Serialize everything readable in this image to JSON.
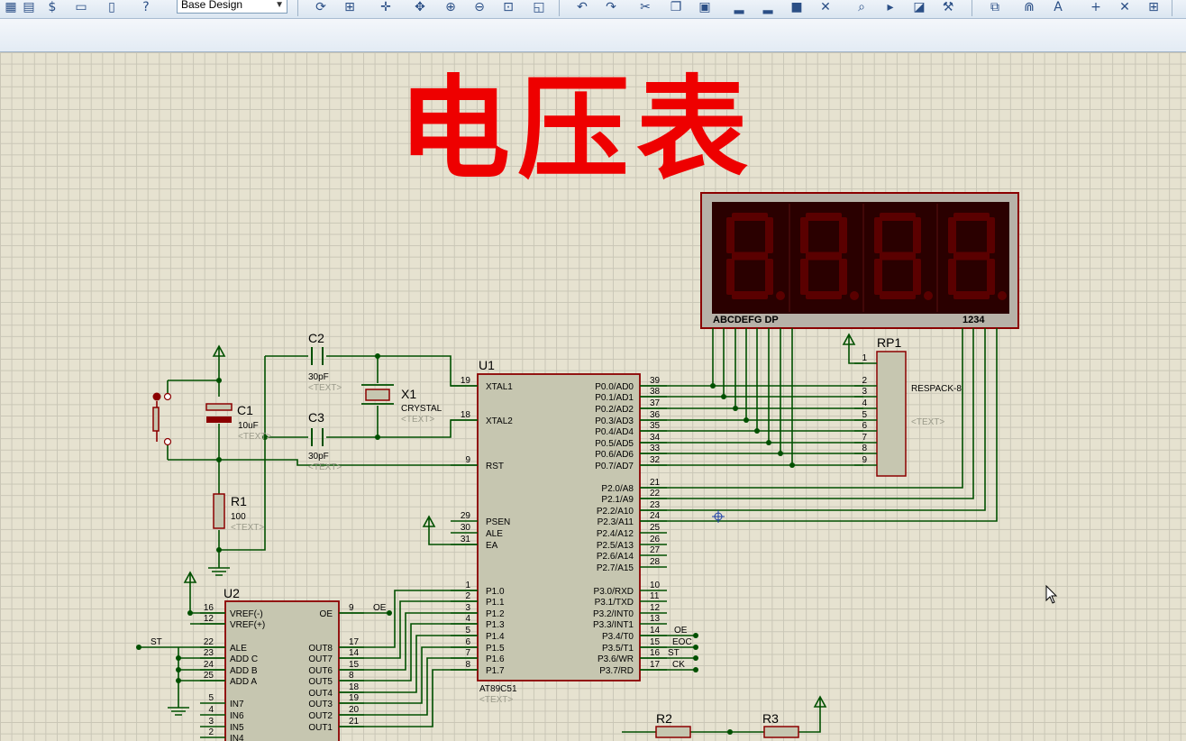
{
  "toolbar": {
    "layer_select_value": "Base Design"
  },
  "title": "电压表",
  "display": {
    "digits": [
      "8",
      "8",
      "8",
      "8"
    ],
    "segment_label": "ABCDEFG DP",
    "digit_label": "1234"
  },
  "components": {
    "u1": {
      "ref": "U1",
      "part": "AT89C51",
      "text": "<TEXT>"
    },
    "u2": {
      "ref": "U2"
    },
    "c1": {
      "ref": "C1",
      "value": "10uF",
      "text": "<TEXT>"
    },
    "c2": {
      "ref": "C2",
      "value": "30pF",
      "text": "<TEXT>"
    },
    "c3": {
      "ref": "C3",
      "value": "30pF",
      "text": "<TEXT>"
    },
    "x1": {
      "ref": "X1",
      "value": "CRYSTAL",
      "text": "<TEXT>"
    },
    "r1": {
      "ref": "R1",
      "value": "100",
      "text": "<TEXT>"
    },
    "r2": {
      "ref": "R2"
    },
    "r3": {
      "ref": "R3"
    },
    "rp1": {
      "ref": "RP1",
      "value": "RESPACK-8",
      "text": "<TEXT>"
    }
  },
  "u1_left_pins": [
    {
      "num": "19",
      "name": "XTAL1"
    },
    {
      "num": "18",
      "name": "XTAL2"
    },
    {
      "num": "9",
      "name": "RST"
    },
    {
      "num": "29",
      "name": "PSEN"
    },
    {
      "num": "30",
      "name": "ALE"
    },
    {
      "num": "31",
      "name": "EA"
    },
    {
      "num": "1",
      "name": "P1.0"
    },
    {
      "num": "2",
      "name": "P1.1"
    },
    {
      "num": "3",
      "name": "P1.2"
    },
    {
      "num": "4",
      "name": "P1.3"
    },
    {
      "num": "5",
      "name": "P1.4"
    },
    {
      "num": "6",
      "name": "P1.5"
    },
    {
      "num": "7",
      "name": "P1.6"
    },
    {
      "num": "8",
      "name": "P1.7"
    }
  ],
  "u1_right_pins": [
    {
      "num": "39",
      "name": "P0.0/AD0"
    },
    {
      "num": "38",
      "name": "P0.1/AD1"
    },
    {
      "num": "37",
      "name": "P0.2/AD2"
    },
    {
      "num": "36",
      "name": "P0.3/AD3"
    },
    {
      "num": "35",
      "name": "P0.4/AD4"
    },
    {
      "num": "34",
      "name": "P0.5/AD5"
    },
    {
      "num": "33",
      "name": "P0.6/AD6"
    },
    {
      "num": "32",
      "name": "P0.7/AD7"
    },
    {
      "num": "21",
      "name": "P2.0/A8"
    },
    {
      "num": "22",
      "name": "P2.1/A9"
    },
    {
      "num": "23",
      "name": "P2.2/A10"
    },
    {
      "num": "24",
      "name": "P2.3/A11"
    },
    {
      "num": "25",
      "name": "P2.4/A12"
    },
    {
      "num": "26",
      "name": "P2.5/A13"
    },
    {
      "num": "27",
      "name": "P2.6/A14"
    },
    {
      "num": "28",
      "name": "P2.7/A15"
    },
    {
      "num": "10",
      "name": "P3.0/RXD"
    },
    {
      "num": "11",
      "name": "P3.1/TXD"
    },
    {
      "num": "12",
      "name": "P3.2/INT0"
    },
    {
      "num": "13",
      "name": "P3.3/INT1"
    },
    {
      "num": "14",
      "name": "P3.4/T0"
    },
    {
      "num": "15",
      "name": "P3.5/T1"
    },
    {
      "num": "16",
      "name": "P3.6/WR"
    },
    {
      "num": "17",
      "name": "P3.7/RD"
    }
  ],
  "rp1_pins": [
    "1",
    "2",
    "3",
    "4",
    "5",
    "6",
    "7",
    "8",
    "9"
  ],
  "u2_left_pins": [
    {
      "num": "16",
      "name": "VREF(-)"
    },
    {
      "num": "12",
      "name": "VREF(+)"
    },
    {
      "num": "22",
      "name": "ALE"
    },
    {
      "num": "23",
      "name": "ADD C"
    },
    {
      "num": "24",
      "name": "ADD B"
    },
    {
      "num": "25",
      "name": "ADD A"
    },
    {
      "num": "5",
      "name": "IN7"
    },
    {
      "num": "4",
      "name": "IN6"
    },
    {
      "num": "3",
      "name": "IN5"
    },
    {
      "num": "2",
      "name": "IN4"
    }
  ],
  "u2_right_pins": [
    {
      "num": "9",
      "name": "OE"
    },
    {
      "num": "17",
      "name": "OUT8"
    },
    {
      "num": "14",
      "name": "OUT7"
    },
    {
      "num": "15",
      "name": "OUT6"
    },
    {
      "num": "8",
      "name": "OUT5"
    },
    {
      "num": "18",
      "name": "OUT4"
    },
    {
      "num": "19",
      "name": "OUT3"
    },
    {
      "num": "20",
      "name": "OUT2"
    },
    {
      "num": "21",
      "name": "OUT1"
    }
  ],
  "net_labels": {
    "oe_u2": "OE",
    "st_u2": "ST",
    "oe": "OE",
    "eoc": "EOC",
    "st": "ST",
    "ck": "CK"
  },
  "colors": {
    "wire": "#005000",
    "component_fill": "#c6c6b0",
    "component_stroke": "#8b0000",
    "pin_text": "#000000",
    "pin_number": "#8b0000",
    "title_red": "#ee0000",
    "segment_on": "#5a0000",
    "display_bg": "#b7b2a8",
    "display_face": "#2a0000",
    "grid": "#c9c6b6",
    "canvas": "#e6e2d0"
  }
}
